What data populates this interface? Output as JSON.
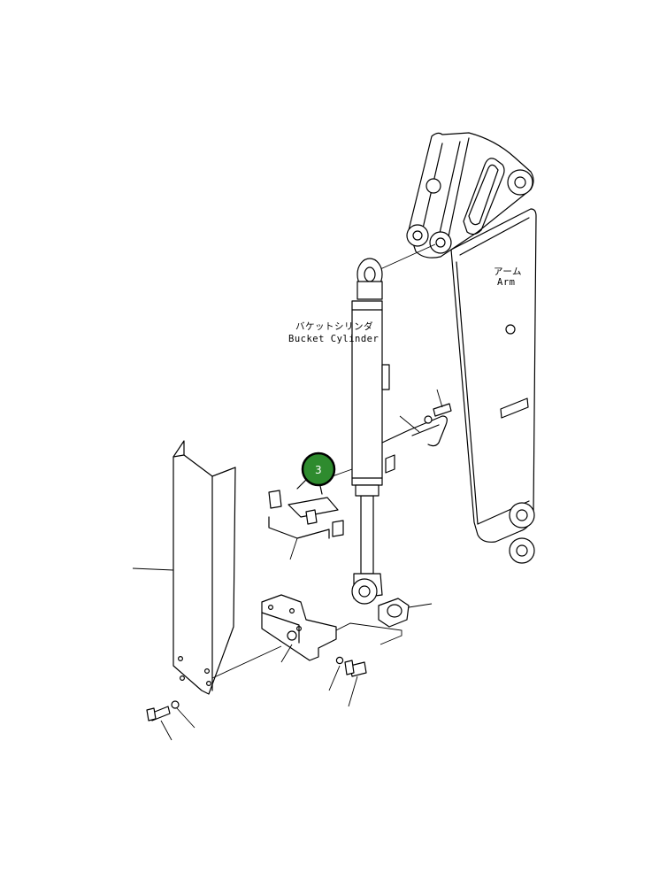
{
  "labels": {
    "arm_jp": "アーム",
    "arm_en": "Arm",
    "bucket_cylinder_jp": "バケットシリンダ",
    "bucket_cylinder_en": "Bucket Cylinder"
  },
  "callout": {
    "number": "3",
    "color": "#2e8b2e",
    "ring_color": "#000000"
  }
}
